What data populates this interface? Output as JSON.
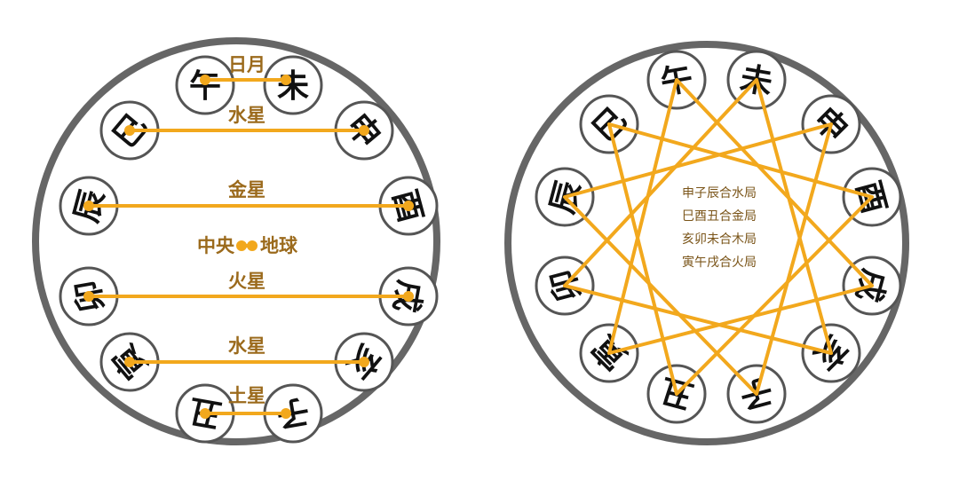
{
  "colors": {
    "outer_ring": "#666666",
    "node_ring": "#555555",
    "connector": "#f2a81d",
    "label_gold": "#9b6a1c",
    "branch_text": "#111111"
  },
  "left_wheel": {
    "branches": {
      "wu": "午",
      "wei": "未",
      "si": "巳",
      "shen": "申",
      "chen": "辰",
      "you": "酉",
      "mao": "卯",
      "xu": "戌",
      "yin": "寅",
      "hai": "亥",
      "chou": "丑",
      "zi": "子"
    },
    "pair_labels": {
      "sun_moon": "日月",
      "mercury_top": "水星",
      "venus": "金星",
      "mars": "火星",
      "mercury_bottom": "水星",
      "saturn": "土星"
    },
    "center": {
      "left": "中央",
      "right": "地球"
    }
  },
  "right_wheel": {
    "branches": {
      "wu": "午",
      "wei": "未",
      "si": "巳",
      "shen": "申",
      "chen": "辰",
      "you": "酉",
      "mao": "卯",
      "xu": "戌",
      "yin": "寅",
      "hai": "亥",
      "chou": "丑",
      "zi": "子"
    },
    "combinations": [
      "申子辰合水局",
      "巳酉丑合金局",
      "亥卯未合木局",
      "寅午戌合火局"
    ]
  }
}
